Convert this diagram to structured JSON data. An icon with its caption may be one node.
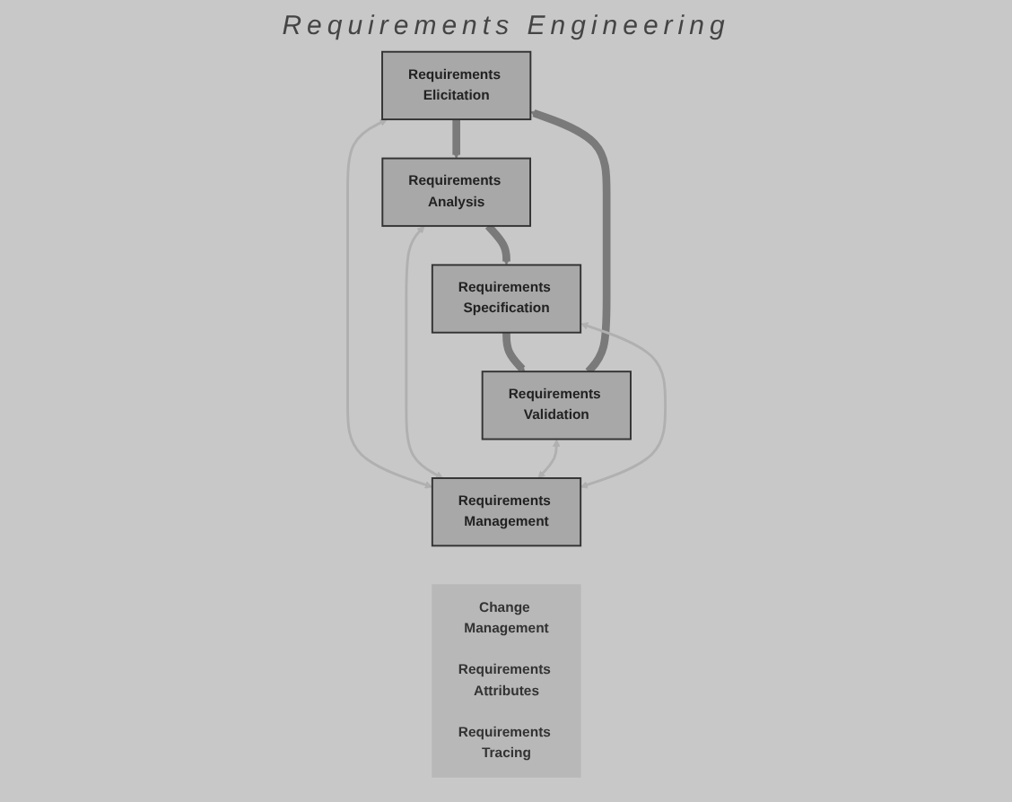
{
  "diagram": {
    "title": "Requirements Engineering",
    "nodes": [
      {
        "text": [
          "Requirements Elicitation"
        ]
      },
      {
        "text": [
          "Requirements Analysis"
        ]
      },
      {
        "text": [
          "Requirements Management"
        ]
      },
      {
        "text": [
          "Requirements Validation"
        ]
      },
      {
        "text": [
          "Requirements Specification"
        ]
      },
      {
        "text": [
          "Change Management",
          "Requirements Attributes",
          "Requirements Tracing"
        ]
      }
    ],
    "edges": [
      {
        "from": 0,
        "to": 1,
        "arrow": "to",
        "style": "thick"
      },
      {
        "from": 1,
        "to": 4,
        "arrow": "to",
        "style": "thick"
      },
      {
        "from": 4,
        "to": 3,
        "arrow": "to",
        "style": "thick"
      },
      {
        "from": 3,
        "to": 0,
        "arrow": "to",
        "style": "thick"
      },
      {
        "from": 0,
        "to": 2,
        "arrow": "both",
        "color": "#b0b0b0"
      },
      {
        "from": 1,
        "to": 2,
        "arrow": "both",
        "color": "#b0b0b0"
      },
      {
        "from": 3,
        "to": 2,
        "arrow": "both",
        "color": "#b0b0b0"
      },
      {
        "from": 4,
        "to": 2,
        "arrow": "both",
        "color": "#b0b0b0"
      }
    ]
  }
}
